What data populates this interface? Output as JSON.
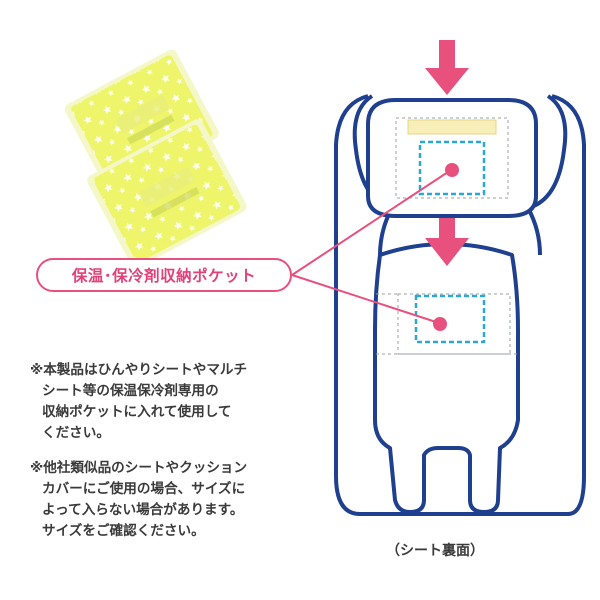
{
  "callout_label": "保温･保冷剤収納ポケット",
  "notes": [
    {
      "lines": [
        "※本製品はひんやりシートやマルチ",
        "シート等の保温保冷剤専用の",
        "収納ポケットに入れて使用して",
        "ください。"
      ]
    },
    {
      "lines": [
        "※他社類似品のシートやクッション",
        "カバーにご使用の場合、サイズに",
        "よって入らない場合があります。",
        "サイズをご確認ください。"
      ]
    }
  ],
  "caption": "（シート裏面）",
  "colors": {
    "outline_blue": "#1f3f8f",
    "pocket_cyan": "#29a7d6",
    "accent_pink": "#e8507e",
    "pad_yellow": "#f7eeb8",
    "pack_yellow": "#eef56a"
  }
}
